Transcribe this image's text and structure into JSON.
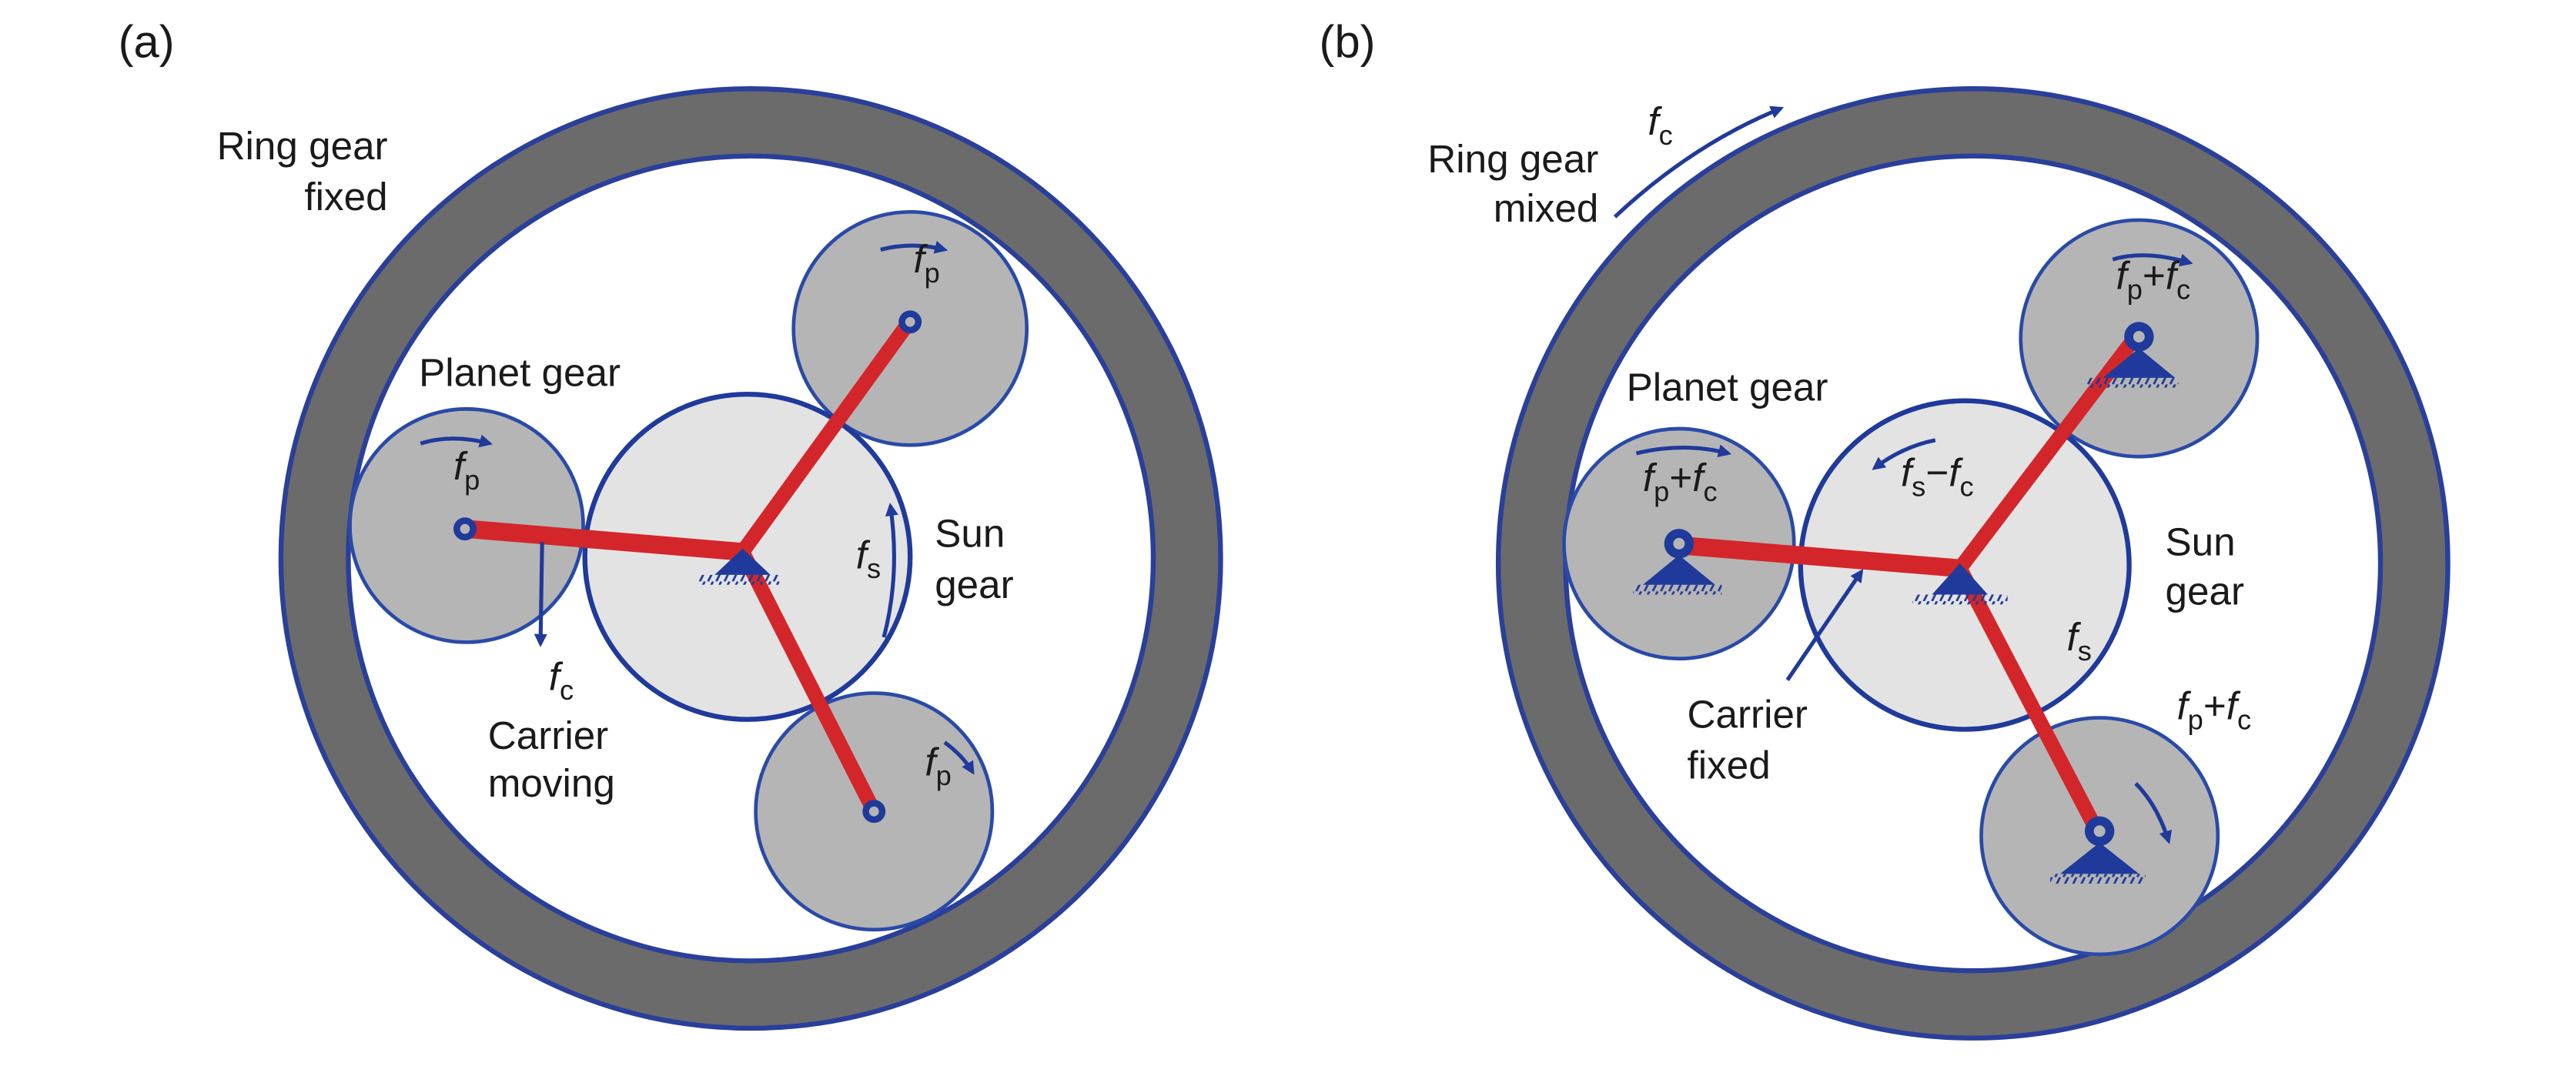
{
  "panels": [
    {
      "id": "a",
      "label": "(a)",
      "ring_label": [
        "Ring gear",
        "fixed"
      ],
      "planet_label": "Planet gear",
      "sun_label": [
        "Sun",
        "gear"
      ],
      "carrier_label": [
        "Carrier",
        "moving"
      ],
      "symbols": {
        "planet_left": {
          "main": "f",
          "sub": "p"
        },
        "planet_top": {
          "main": "f",
          "sub": "p"
        },
        "planet_bottom": {
          "main": "f",
          "sub": "p"
        },
        "sun": {
          "main": "f",
          "sub": "s"
        },
        "carrier": {
          "main": "f",
          "sub": "c"
        }
      }
    },
    {
      "id": "b",
      "label": "(b)",
      "ring_label": [
        "Ring gear",
        "mixed"
      ],
      "planet_label": "Planet gear",
      "sun_label": [
        "Sun",
        "gear"
      ],
      "carrier_label": [
        "Carrier",
        "fixed"
      ],
      "symbols": {
        "ring": {
          "main": "f",
          "sub": "c"
        },
        "planet_left": {
          "a": "f",
          "a_sub": "p",
          "op": "+",
          "b": "f",
          "b_sub": "c"
        },
        "planet_top": {
          "a": "f",
          "a_sub": "p",
          "op": "+",
          "b": "f",
          "b_sub": "c"
        },
        "planet_bottom": {
          "a": "f",
          "a_sub": "p",
          "op": "+",
          "b": "f",
          "b_sub": "c"
        },
        "sun_top": {
          "a": "f",
          "a_sub": "s",
          "op": "−",
          "b": "f",
          "b_sub": "c"
        },
        "sun": {
          "main": "f",
          "sub": "s"
        }
      }
    }
  ],
  "colors": {
    "ring": "#6b6b6b",
    "outline": "#1f3a9a",
    "sun": "#e3e3e3",
    "planet": "#b5b5b5",
    "carrier": "#d3262a"
  }
}
